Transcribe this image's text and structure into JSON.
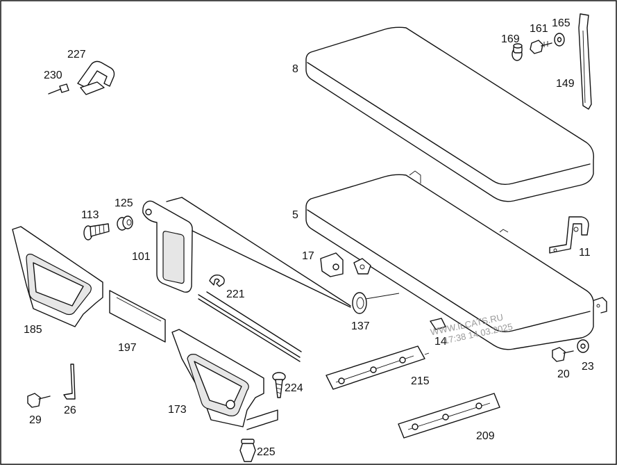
{
  "labels": {
    "p8": "8",
    "p5": "5",
    "p169": "169",
    "p161": "161",
    "p165": "165",
    "p149": "149",
    "p227": "227",
    "p230": "230",
    "p113": "113",
    "p125": "125",
    "p101": "101",
    "p17": "17",
    "p11": "11",
    "p221": "221",
    "p137": "137",
    "p185": "185",
    "p197": "197",
    "p173": "173",
    "p224": "224",
    "p215": "215",
    "p14": "14",
    "p20": "20",
    "p23": "23",
    "p29": "29",
    "p26": "26",
    "p225": "225",
    "p209": "209"
  },
  "watermark": {
    "line1": "WWW.ILCATS.RU",
    "line2": "17:38 14.03.2025"
  }
}
